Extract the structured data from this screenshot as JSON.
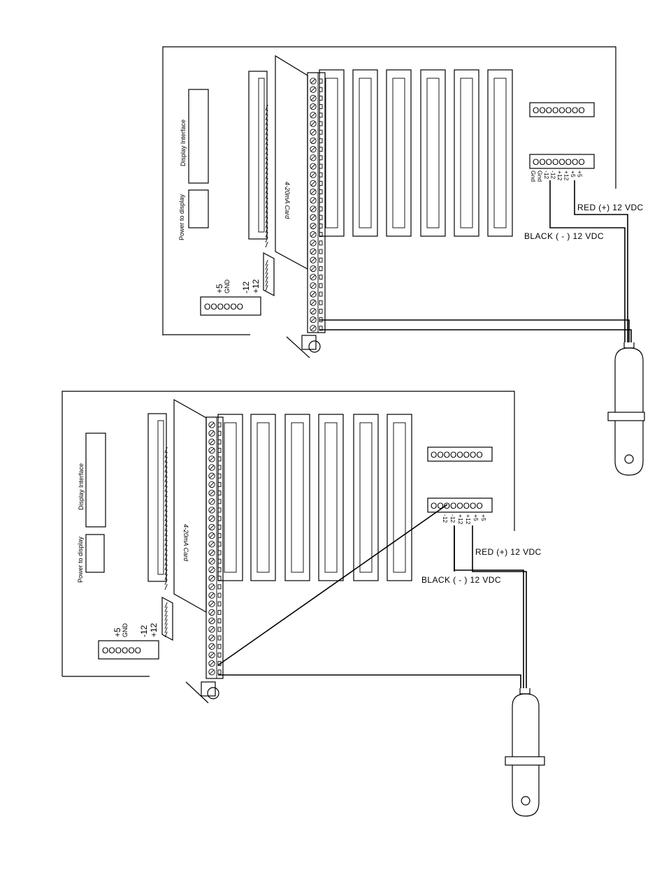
{
  "diagrams": [
    {
      "display_interface_label": "Display Interface",
      "power_to_display_label": "Power to display",
      "card_label": "4-20mA Card",
      "power_terminal_labels": [
        "+5",
        "GND",
        "-12",
        "+12"
      ],
      "power_terminal_holes": "OOOOOO",
      "top_connector_holes": "OOOOOOOO",
      "bottom_connector_holes": "OOOOOOOO",
      "bottom_connector_pins": [
        "Gnd",
        "Gnd",
        "-12",
        "-12",
        "+12",
        "+12",
        "+5",
        "+5"
      ],
      "red_wire_label": "RED (+) 12 VDC",
      "black_wire_label": "BLACK ( - ) 12 VDC"
    },
    {
      "display_interface_label": "Display Interface",
      "power_to_display_label": "Power to display",
      "card_label": "4-20mA Card",
      "power_terminal_labels": [
        "+5",
        "GND",
        "-12",
        "+12"
      ],
      "power_terminal_holes": "OOOOOO",
      "top_connector_holes": "OOOOOOOO",
      "bottom_connector_holes": "OOOOOOOO",
      "bottom_connector_pins": [
        "-12",
        "-12",
        "+12",
        "+12",
        "+5",
        "+5"
      ],
      "red_wire_label": "RED (+) 12 VDC",
      "black_wire_label": "BLACK ( - ) 12 VDC"
    }
  ]
}
